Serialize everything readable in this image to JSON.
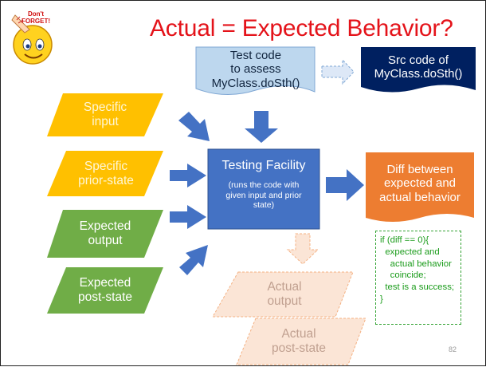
{
  "title": "Actual = Expected Behavior?",
  "badge": {
    "line1": "Don't",
    "line2": "FORGET!"
  },
  "test_code": "Test code\nto assess\nMyClass.doSth()",
  "src_code": "Src code of\nMyClass.doSth()",
  "inputs": [
    {
      "label": "Specific\ninput",
      "kind": "specific"
    },
    {
      "label": "Specific\nprior-state",
      "kind": "specific"
    },
    {
      "label": "Expected\noutput",
      "kind": "expected"
    },
    {
      "label": "Expected\npost-state",
      "kind": "expected"
    }
  ],
  "facility": {
    "title": "Testing Facility",
    "subtitle": "(runs the code with\ngiven input and prior\nstate)"
  },
  "diff_box": "Diff between\nexpected and\nactual behavior",
  "code_snippet": "if (diff == 0){\n  expected and\n    actual behavior\n    coincide;\n  test is a success;\n}",
  "actual": [
    {
      "label": "Actual\noutput"
    },
    {
      "label": "Actual\npost-state"
    }
  ],
  "page_number": "82",
  "colors": {
    "title": "#e4131a",
    "specific_fill": "#ffc000",
    "specific_text": "#fff6d5",
    "expected_fill": "#70ad47",
    "facility_fill": "#4472c4",
    "arrow_blue": "#4472c4",
    "diff_fill": "#ed7d31",
    "src_fill": "#002060",
    "doc_fill": "#bdd7ee",
    "ghost_fill": "#fbe5d6",
    "ghost_text": "#c0a090",
    "code_text": "#1c9c1c"
  }
}
